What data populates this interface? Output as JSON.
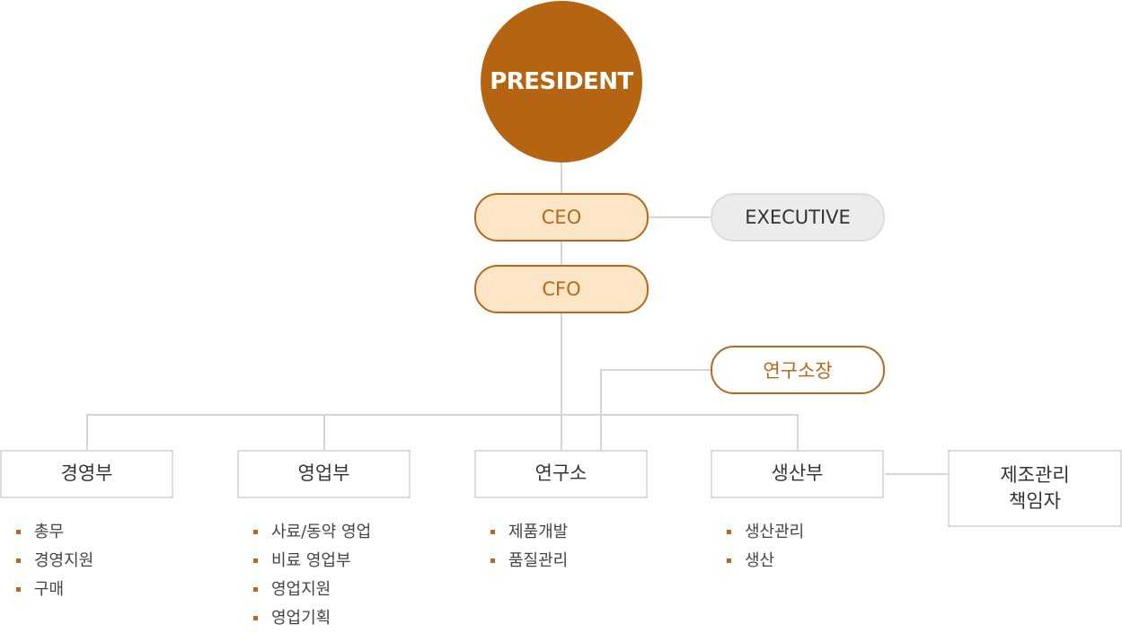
{
  "president": "PRESIDENT",
  "ceo": "CEO",
  "executive": "EXECUTIVE",
  "cfo": "CFO",
  "research_director": "연구소장",
  "departments": [
    {
      "name": "경영부",
      "items": [
        "총무",
        "경영지원",
        "구매"
      ]
    },
    {
      "name": "영업부",
      "items": [
        "사료/동약 영업",
        "비료 영업부",
        "영업지원",
        "영업기획"
      ]
    },
    {
      "name": "연구소",
      "items": [
        "제품개발",
        "품질관리"
      ]
    },
    {
      "name": "생산부",
      "items": [
        "생산관리",
        "생산"
      ]
    }
  ],
  "manufacturing_manager": {
    "line1": "제조관리",
    "line2": "책임자"
  },
  "colors": {
    "accent": "#b56512",
    "pill_fill": "#fde6c8",
    "line": "#d6d6d6",
    "grey_pill": "#ececec"
  }
}
